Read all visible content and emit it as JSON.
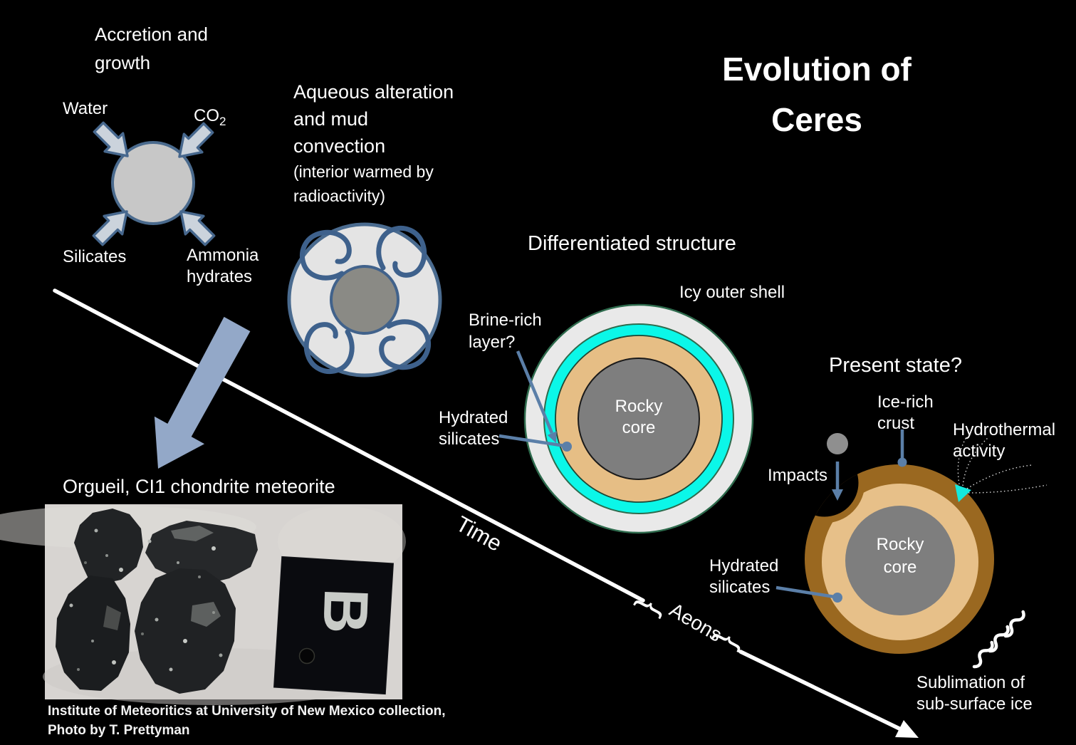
{
  "title": {
    "line1": "Evolution of",
    "line2": "Ceres"
  },
  "stages": {
    "accretion": {
      "heading_line1": "Accretion and",
      "heading_line2": "growth",
      "inputs": {
        "water": "Water",
        "co2_main": "CO",
        "co2_sub": "2",
        "silicates": "Silicates",
        "ammonia_line1": "Ammonia",
        "ammonia_line2": "hydrates"
      }
    },
    "aqueous": {
      "heading_line1": "Aqueous alteration",
      "heading_line2": "and mud",
      "heading_line3": "convection",
      "note_line1": "(interior warmed by",
      "note_line2": "radioactivity)"
    },
    "differentiated": {
      "heading": "Differentiated structure",
      "labels": {
        "icy_outer_shell": "Icy outer shell",
        "brine_line1": "Brine-rich",
        "brine_line2": "layer?",
        "hydrated_line1": "Hydrated",
        "hydrated_line2": "silicates",
        "core_line1": "Rocky",
        "core_line2": "core"
      }
    },
    "present": {
      "heading": "Present state?",
      "labels": {
        "ice_rich_line1": "Ice-rich",
        "ice_rich_line2": "crust",
        "hydrothermal_line1": "Hydrothermal",
        "hydrothermal_line2": "activity",
        "impacts": "Impacts",
        "hydrated_line1": "Hydrated",
        "hydrated_line2": "silicates",
        "core_line1": "Rocky",
        "core_line2": "core",
        "sublimation_line1": "Sublimation of",
        "sublimation_line2": "sub-surface ice"
      }
    }
  },
  "timeline": {
    "time_label": "Time",
    "aeons_label": "Aeons",
    "brace": "{"
  },
  "meteorite": {
    "title": "Orgueil, CI1 chondrite meteorite",
    "cube_letter": "B",
    "caption_line1": "Institute of Meteoritics at University of New Mexico collection,",
    "caption_line2": "Photo by T. Prettyman"
  },
  "colors": {
    "background": "#000000",
    "leader_blue": "#5B7FA8",
    "big_arrow_blue": "#93A8C8",
    "icy_shell_gray": "#E9E9E9",
    "brine_cyan": "#0BF7E8",
    "silicate_tan": "#E6BE85",
    "crust_brown": "#9A6820",
    "core_gray": "#7E7E7E",
    "shell_outline_green": "#2E6B4D"
  }
}
